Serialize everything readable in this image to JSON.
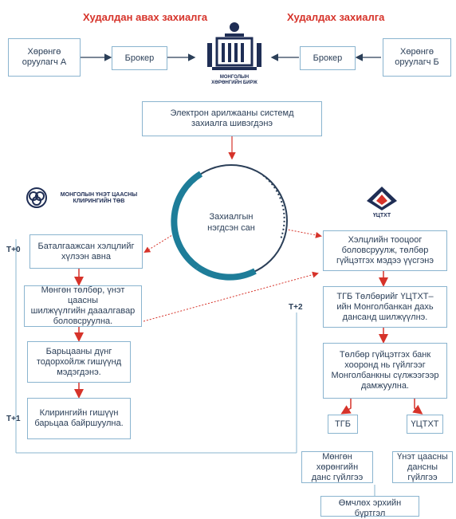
{
  "header": {
    "buy_title": "Худалдан авах захиалга",
    "sell_title": "Худалдах захиалга"
  },
  "top_row": {
    "investor_a": "Хөрөнгө\nоруулагч А",
    "broker_left": "Брокер",
    "broker_right": "Брокер",
    "investor_b": "Хөрөнгө\nоруулагч Б"
  },
  "mse_logo": {
    "caption": "МОНГОЛЫН\nХӨРӨНГИЙН БИРЖ"
  },
  "system_box": "Электрон арилжааны системд\nзахиалга шивэгдэнэ",
  "ring": {
    "label": "Захиалгын\nнэгдсэн сан"
  },
  "clearing_logo": {
    "caption": "МОНГОЛЫН ҮНЭТ ЦААСНЫ\nКЛИРИНГИЙН ТӨВ"
  },
  "sdc_logo": {
    "caption": "ҮЦТХТ"
  },
  "time_labels": {
    "t0": "T+0",
    "t1": "T+1",
    "t2": "T+2"
  },
  "left_flow": [
    "Баталгаажсан хэлцлийг\nхүлээн авна",
    "Мөнгөн төлбөр, үнэт цаасны\nшилжүүлгийн дааалгавар\nболовсруулна.",
    "Барьцааны дүнг\nтодорхойлж гишүүнд\nмэдэгдэнэ.",
    "Клирингийн гишүүн\nбарьцаа байршуулна."
  ],
  "right_flow": [
    "Хэлцлийн тооцоог\nболовсруулж, төлбөр\nгүйцэтгэх мэдээ үүсгэнэ",
    "ТГБ Төлбөрийг ҮЦТХТ–\nийн Монголбанкан дахь\nдансанд шилжүүлнэ.",
    "Төлбөр гүйцэтгэх банк\nхооронд нь гүйлгээг\nМонголбанкны сүлжээгээр\nдамжуулна."
  ],
  "split": {
    "left": "ТГБ",
    "right": "ҮЦТХТ"
  },
  "outcomes": {
    "left": "Мөнгөн хөрөнгийн\nданс гүйлгээ",
    "right": "Үнэт цаасны\nдансны гүйлгээ"
  },
  "bottom_box": "Өмчлөх эрхийн бүртгэл",
  "colors": {
    "accent_red": "#d6332a",
    "box_border": "#8ab4cf",
    "teal": "#1e7d99",
    "text": "#2b3f58"
  }
}
